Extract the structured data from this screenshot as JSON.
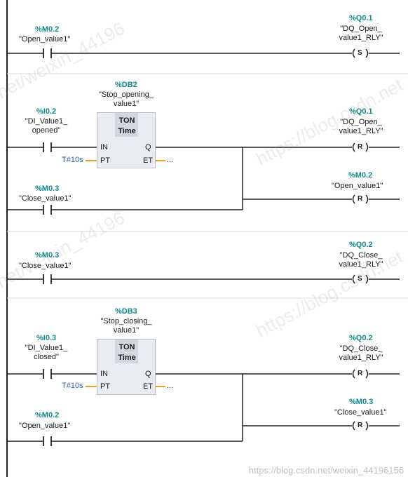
{
  "watermark": {
    "domain": "https://blog.csdn.net",
    "user": "net/weixin_44196",
    "footer": "https://blog.csdn.net/weixin_44196156"
  },
  "networks": [
    {
      "contact": {
        "addr": "%M0.2",
        "name": "\"Open_value1\""
      },
      "coil": {
        "addr": "%Q0.1",
        "name_line1": "\"DQ_Open_",
        "name_line2": "value1_RLY\"",
        "type": "S"
      }
    },
    {
      "timer": {
        "addr": "%DB2",
        "name_line1": "\"Stop_opening_",
        "name_line2": "value1\"",
        "type": "TON",
        "subtype": "Time",
        "pin_in": "IN",
        "pin_pt": "PT",
        "pin_q": "Q",
        "pin_et": "ET",
        "pt_value": "T#10s",
        "et_value": "..."
      },
      "contact": {
        "addr": "%I0.2",
        "name_line1": "\"DI_Value1_",
        "name_line2": "opened\""
      },
      "parallel_contact": {
        "addr": "%M0.3",
        "name": "\"Close_value1\""
      },
      "coil_a": {
        "addr": "%Q0.1",
        "name_line1": "\"DQ_Open_",
        "name_line2": "value1_RLY\"",
        "type": "R"
      },
      "coil_b": {
        "addr": "%M0.2",
        "name": "\"Open_value1\"",
        "type": "R"
      }
    },
    {
      "contact": {
        "addr": "%M0.3",
        "name": "\"Close_value1\""
      },
      "coil": {
        "addr": "%Q0.2",
        "name_line1": "\"DQ_Close_",
        "name_line2": "value1_RLY\"",
        "type": "S"
      }
    },
    {
      "timer": {
        "addr": "%DB3",
        "name_line1": "\"Stop_closing_",
        "name_line2": "value1\"",
        "type": "TON",
        "subtype": "Time",
        "pin_in": "IN",
        "pin_pt": "PT",
        "pin_q": "Q",
        "pin_et": "ET",
        "pt_value": "T#10s",
        "et_value": "..."
      },
      "contact": {
        "addr": "%I0.3",
        "name_line1": "\"DI_Value1_",
        "name_line2": "closed\""
      },
      "parallel_contact": {
        "addr": "%M0.2",
        "name": "\"Open_value1\""
      },
      "coil_a": {
        "addr": "%Q0.2",
        "name_line1": "\"DQ_Close_",
        "name_line2": "value1_RLY\"",
        "type": "R"
      },
      "coil_b": {
        "addr": "%M0.3",
        "name": "\"Close_value1\"",
        "type": "R"
      }
    }
  ]
}
